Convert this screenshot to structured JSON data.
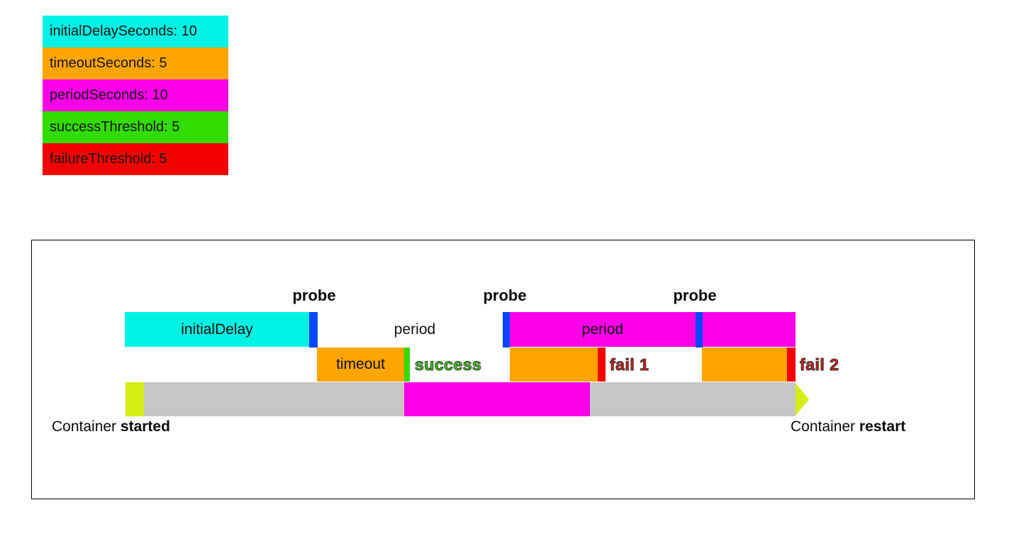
{
  "colors": {
    "cyan": "#00F2E3",
    "orange": "#FFA500",
    "magenta": "#FB00E8",
    "green": "#32DB00",
    "red": "#F50000",
    "blue": "#0447FB",
    "lime": "#D4EE16",
    "gray": "#C6C6C6",
    "fail_red": "#DC1414"
  },
  "legend": {
    "items": [
      {
        "label": "initialDelaySeconds: 10",
        "color": "cyan"
      },
      {
        "label": "timeoutSeconds: 5",
        "color": "orange"
      },
      {
        "label": "periodSeconds: 10",
        "color": "magenta"
      },
      {
        "label": "successThreshold: 5",
        "color": "green"
      },
      {
        "label": "failureThreshold: 5",
        "color": "red"
      }
    ]
  },
  "diagram": {
    "probe_labels": [
      "probe",
      "probe",
      "probe"
    ],
    "initial_delay_label": "initialDelay",
    "period_gap_label": "period",
    "period_bar_label": "period",
    "timeout_label": "timeout",
    "success_label": "success",
    "fail1_label": "fail 1",
    "fail2_label": "fail 2",
    "container_started": {
      "prefix": "Container ",
      "bold": "started"
    },
    "container_restart": {
      "prefix": "Container ",
      "bold": "restart"
    }
  }
}
